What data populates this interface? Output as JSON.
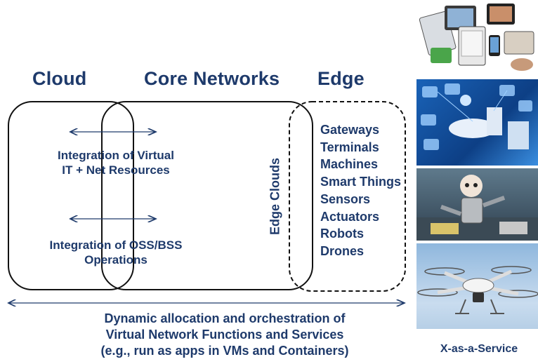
{
  "headings": {
    "cloud": "Cloud",
    "core": "Core Networks",
    "edge": "Edge"
  },
  "labels": {
    "integration_virtual_line1": "Integration of Virtual",
    "integration_virtual_line2": "IT + Net Resources",
    "integration_oss_line1": "Integration of OSS/BSS",
    "integration_oss_line2": "Operations",
    "edge_clouds": "Edge Clouds",
    "bottom_line1": "Dynamic allocation and orchestration of",
    "bottom_line2": "Virtual Network Functions and Services",
    "bottom_line3": "(e.g., run as apps in VMs and Containers)",
    "xaas": "X-as-a-Service"
  },
  "edge_items": [
    "Gateways",
    "Terminals",
    "Machines",
    "Smart Things",
    "Sensors",
    "Actuators",
    "Robots",
    "Drones"
  ],
  "colors": {
    "text": "#1e3a6b",
    "outline": "#111111"
  },
  "photos": [
    {
      "name": "devices-photo",
      "icon": "tablets-phones"
    },
    {
      "name": "smart-home-photo",
      "icon": "connected-home"
    },
    {
      "name": "robot-photo",
      "icon": "humanoid-robot"
    },
    {
      "name": "drone-photo",
      "icon": "quadcopter-drone"
    }
  ]
}
